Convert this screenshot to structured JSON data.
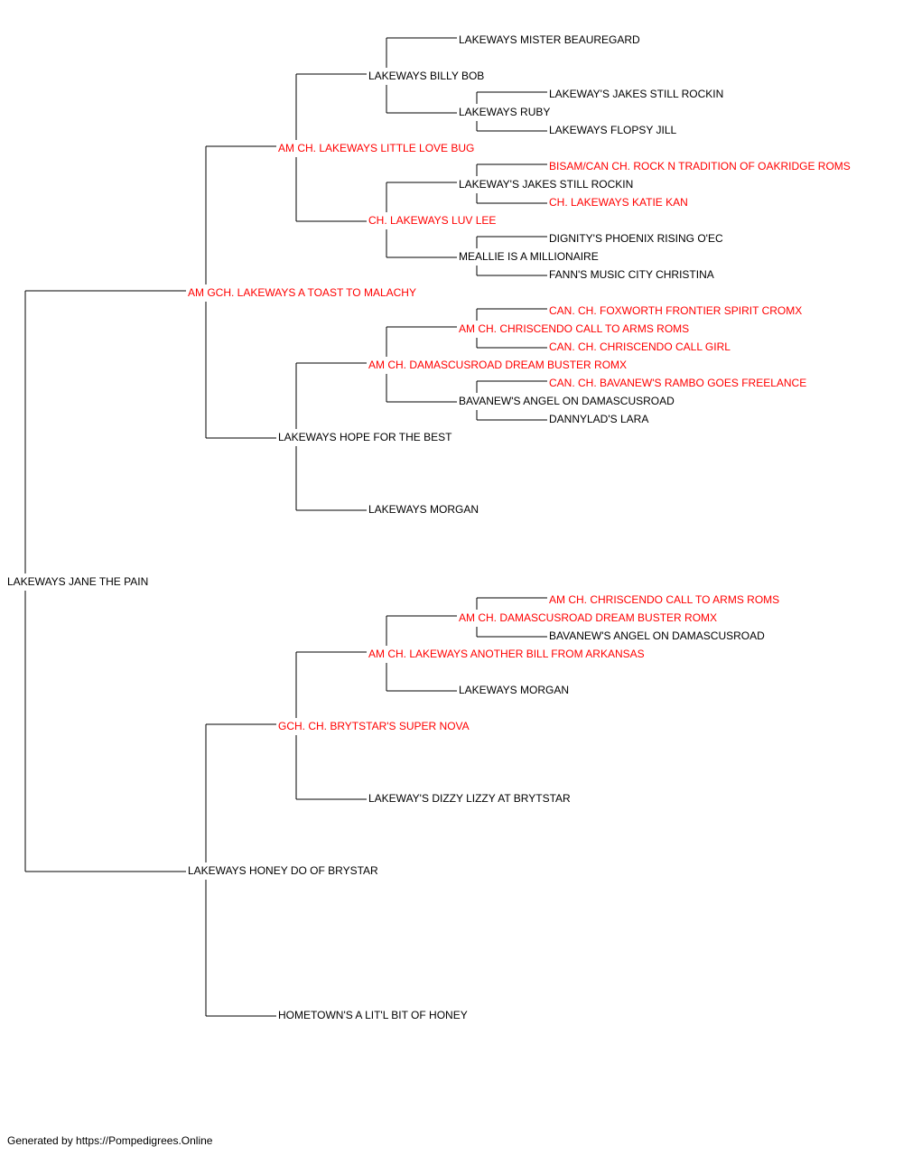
{
  "pedigree": {
    "subject": {
      "name": "LAKEWAYS JANE THE PAIN",
      "titled": false
    },
    "sire": {
      "name": "AM GCH. LAKEWAYS A TOAST TO MALACHY",
      "titled": true
    },
    "dam": {
      "name": "LAKEWAYS HONEY DO OF BRYSTAR",
      "titled": false
    },
    "sire_sire": {
      "name": "AM CH. LAKEWAYS LITTLE LOVE BUG",
      "titled": true
    },
    "sire_dam": {
      "name": "LAKEWAYS HOPE FOR THE BEST",
      "titled": false
    },
    "dam_sire": {
      "name": "GCH. CH. BRYTSTAR'S SUPER NOVA",
      "titled": true
    },
    "dam_dam": {
      "name": "HOMETOWN'S A LIT'L BIT OF HONEY",
      "titled": false
    },
    "sire_sire_sire": {
      "name": "LAKEWAYS BILLY BOB",
      "titled": false
    },
    "sire_sire_dam": {
      "name": "CH. LAKEWAYS LUV LEE",
      "titled": true
    },
    "sire_dam_sire": {
      "name": "AM CH. DAMASCUSROAD DREAM BUSTER ROMX",
      "titled": true
    },
    "sire_dam_dam": {
      "name": "LAKEWAYS MORGAN",
      "titled": false
    },
    "dam_sire_sire": {
      "name": "AM CH. LAKEWAYS ANOTHER BILL FROM ARKANSAS",
      "titled": true
    },
    "dam_sire_dam": {
      "name": "LAKEWAY'S DIZZY LIZZY AT BRYTSTAR",
      "titled": false
    },
    "sss_sire": {
      "name": "LAKEWAYS MISTER BEAUREGARD",
      "titled": false
    },
    "sss_dam": {
      "name": "LAKEWAYS RUBY",
      "titled": false
    },
    "ssd_sire": {
      "name": "LAKEWAY'S JAKES STILL ROCKIN",
      "titled": false
    },
    "ssd_dam": {
      "name": "MEALLIE IS A MILLIONAIRE",
      "titled": false
    },
    "sds_sire": {
      "name": "AM CH. CHRISCENDO CALL TO ARMS ROMS",
      "titled": true
    },
    "sds_dam": {
      "name": "BAVANEW'S ANGEL ON DAMASCUSROAD",
      "titled": false
    },
    "dss_sire": {
      "name": "AM CH. DAMASCUSROAD DREAM BUSTER ROMX",
      "titled": true
    },
    "dss_dam": {
      "name": "LAKEWAYS MORGAN",
      "titled": false
    },
    "sssd_sire": {
      "name": "LAKEWAY'S JAKES STILL ROCKIN",
      "titled": false
    },
    "sssd_dam": {
      "name": "LAKEWAYS FLOPSY JILL",
      "titled": false
    },
    "ssds_sire": {
      "name": "BISAM/CAN CH. ROCK N TRADITION OF OAKRIDGE ROMS",
      "titled": true
    },
    "ssds_dam": {
      "name": "CH. LAKEWAYS KATIE KAN",
      "titled": true
    },
    "ssdd_sire": {
      "name": "DIGNITY'S PHOENIX RISING O'EC",
      "titled": false
    },
    "ssdd_dam": {
      "name": "FANN'S MUSIC CITY CHRISTINA",
      "titled": false
    },
    "sdss_sire": {
      "name": "CAN. CH. FOXWORTH FRONTIER SPIRIT CROMX",
      "titled": true
    },
    "sdss_dam": {
      "name": "CAN. CH. CHRISCENDO CALL GIRL",
      "titled": true
    },
    "sdsd_sire": {
      "name": "CAN. CH. BAVANEW'S RAMBO GOES FREELANCE",
      "titled": true
    },
    "sdsd_dam": {
      "name": "DANNYLAD'S LARA",
      "titled": false
    },
    "dsss_sire": {
      "name": "AM CH. CHRISCENDO CALL TO ARMS ROMS",
      "titled": true
    },
    "dsss_dam": {
      "name": "BAVANEW'S ANGEL ON DAMASCUSROAD",
      "titled": false
    }
  },
  "colors": {
    "titled": "#ff0000",
    "untitled": "#000000",
    "line": "#000000"
  },
  "footer": "Generated by https://Pompedigrees.Online"
}
